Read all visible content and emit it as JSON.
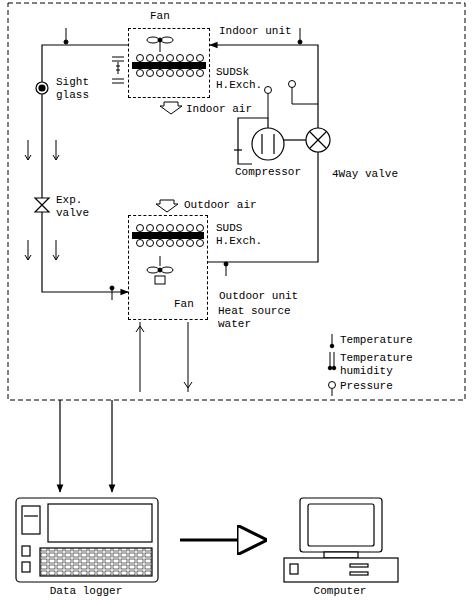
{
  "diagram": {
    "nodes": [
      {
        "text": [
          "Indoor unit"
        ]
      },
      {
        "text": [
          "Compressor"
        ]
      },
      {
        "text": [
          "4Way valve"
        ]
      },
      {
        "text": [
          "Outdoor unit"
        ]
      },
      {
        "text": [
          "Data logger"
        ]
      },
      {
        "text": [
          "Computer"
        ]
      }
    ],
    "edges": [
      {
        "from": 2,
        "to": 0,
        "arrow": "to"
      },
      {
        "from": 0,
        "to": 3,
        "arrow": "to"
      },
      {
        "from": 3,
        "to": 2,
        "arrow": "none"
      },
      {
        "from": 1,
        "to": 2,
        "arrow": "none"
      },
      {
        "from": 4,
        "to": 5,
        "arrow": "to"
      }
    ],
    "labels": [
      "Fan",
      "SUDSk H.Exch.",
      "Indoor air",
      "Sight glass",
      "Exp. valve",
      "Outdoor air",
      "SUDS H.Exch.",
      "Fan",
      "Heat source water"
    ],
    "legend": [
      {
        "text": "Temperature"
      },
      {
        "text": "Temperature humidity"
      },
      {
        "text": "Pressure"
      }
    ]
  }
}
